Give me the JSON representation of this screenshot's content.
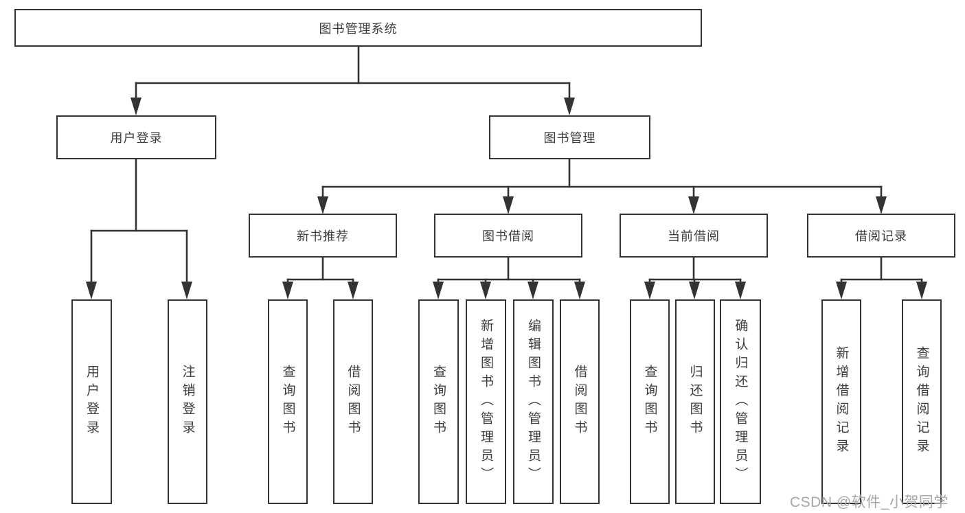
{
  "diagram": {
    "root": {
      "label": "图书管理系统"
    },
    "branches": [
      {
        "label": "用户登录",
        "leaves": [
          {
            "label": "用户登录"
          },
          {
            "label": "注销登录"
          }
        ]
      },
      {
        "label": "图书管理",
        "groups": [
          {
            "label": "新书推荐",
            "leaves": [
              {
                "label": "查询图书"
              },
              {
                "label": "借阅图书"
              }
            ]
          },
          {
            "label": "图书借阅",
            "leaves": [
              {
                "label": "查询图书"
              },
              {
                "label": "新增图书（管理员）"
              },
              {
                "label": "编辑图书（管理员）"
              },
              {
                "label": "借阅图书"
              }
            ]
          },
          {
            "label": "当前借阅",
            "leaves": [
              {
                "label": "查询图书"
              },
              {
                "label": "归还图书"
              },
              {
                "label": "确认归还（管理员）"
              }
            ]
          },
          {
            "label": "借阅记录",
            "leaves": [
              {
                "label": "新增借阅记录"
              },
              {
                "label": "查询借阅记录"
              }
            ]
          }
        ]
      }
    ],
    "watermark": "CSDN @软件_小贺同学",
    "colors": {
      "line": "#333333",
      "text": "#3d3d3d",
      "background": "#ffffff",
      "watermark": "#a6a7ab"
    }
  }
}
